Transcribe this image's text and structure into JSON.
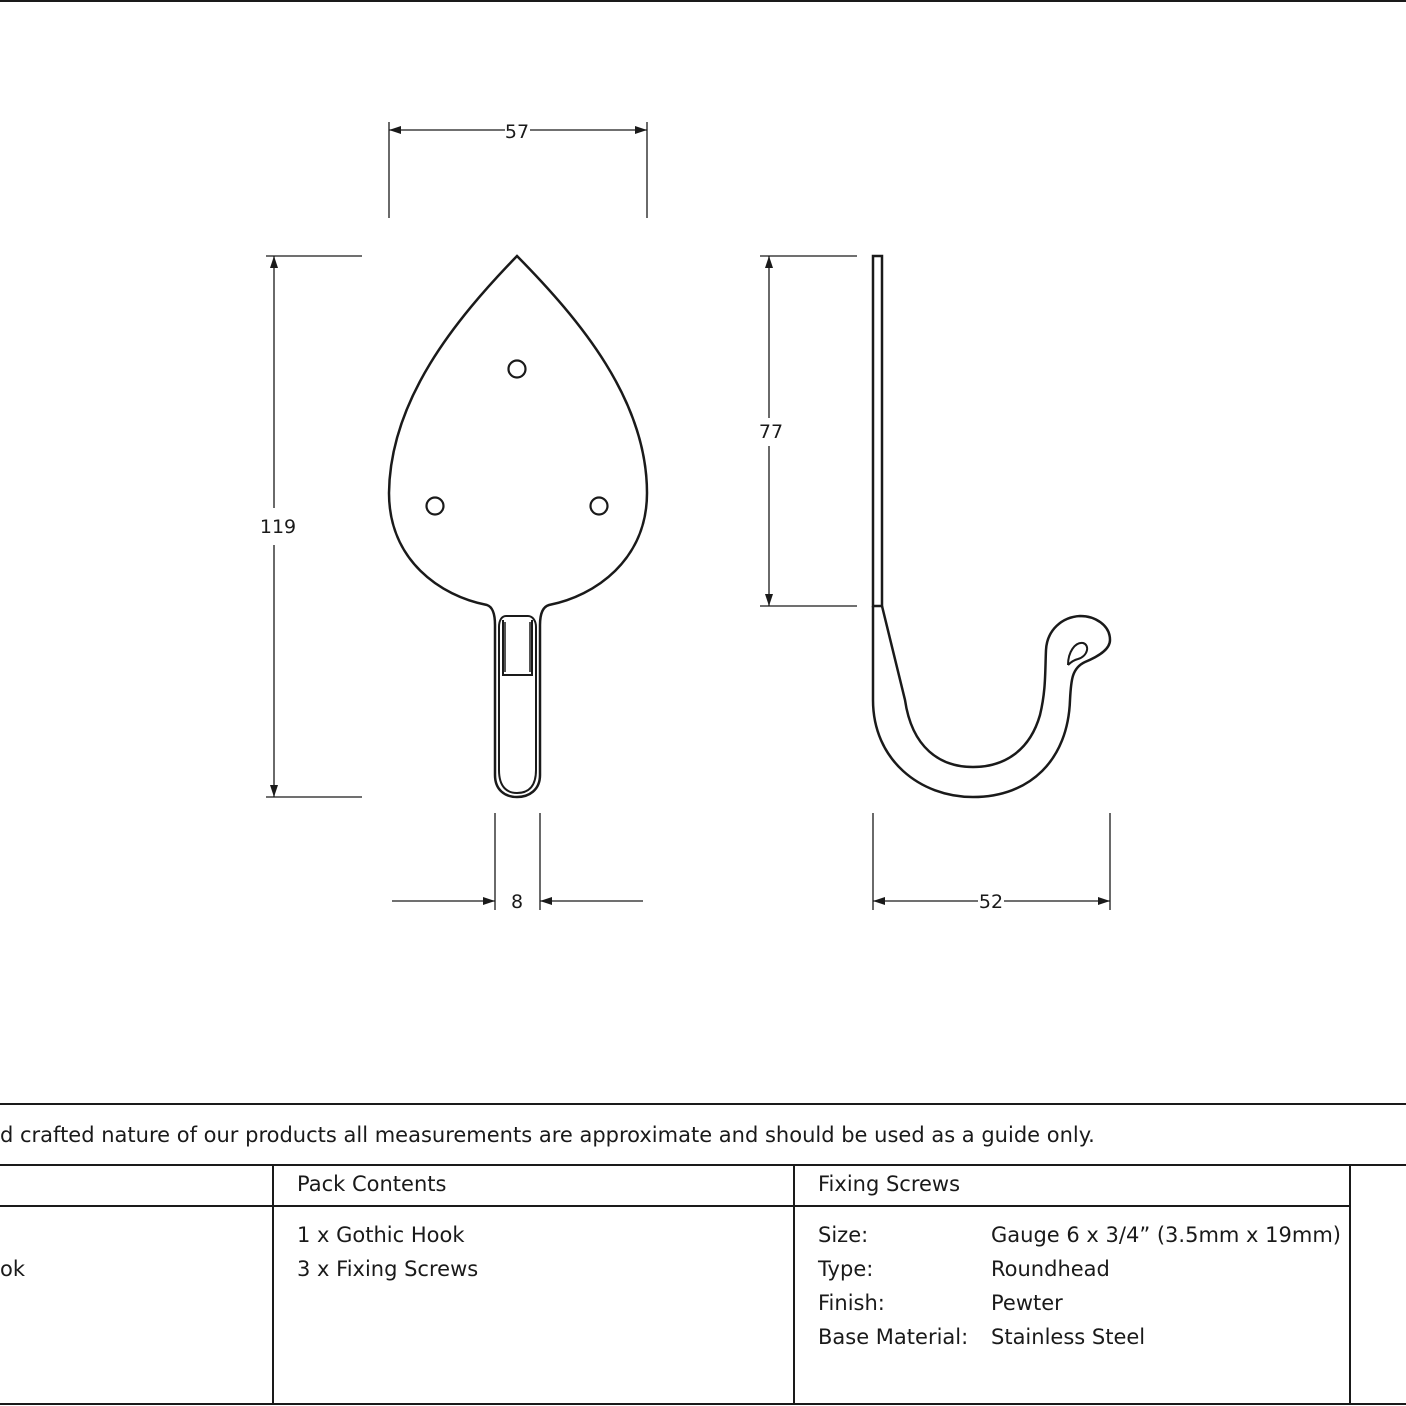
{
  "dimensions": {
    "width_top": "57",
    "height_overall": "119",
    "height_backplate": "77",
    "hook_width": "8",
    "projection": "52"
  },
  "note": {
    "text": "d crafted nature of our products all measurements are approximate and should be used as a guide only."
  },
  "table": {
    "left_cell": {
      "value": "ok"
    },
    "pack_contents": {
      "header": "Pack Contents",
      "items": [
        "1 x Gothic Hook",
        "3 x Fixing Screws"
      ]
    },
    "fixing_screws": {
      "header": "Fixing Screws",
      "rows": [
        {
          "label": "Size:",
          "value": "Gauge 6 x 3/4” (3.5mm x 19mm)"
        },
        {
          "label": "Type:",
          "value": "Roundhead"
        },
        {
          "label": "Finish:",
          "value": "Pewter"
        },
        {
          "label": "Base Material:",
          "value": "Stainless Steel"
        }
      ]
    }
  },
  "colors": {
    "line": "#1a1a1a",
    "background": "#ffffff"
  }
}
